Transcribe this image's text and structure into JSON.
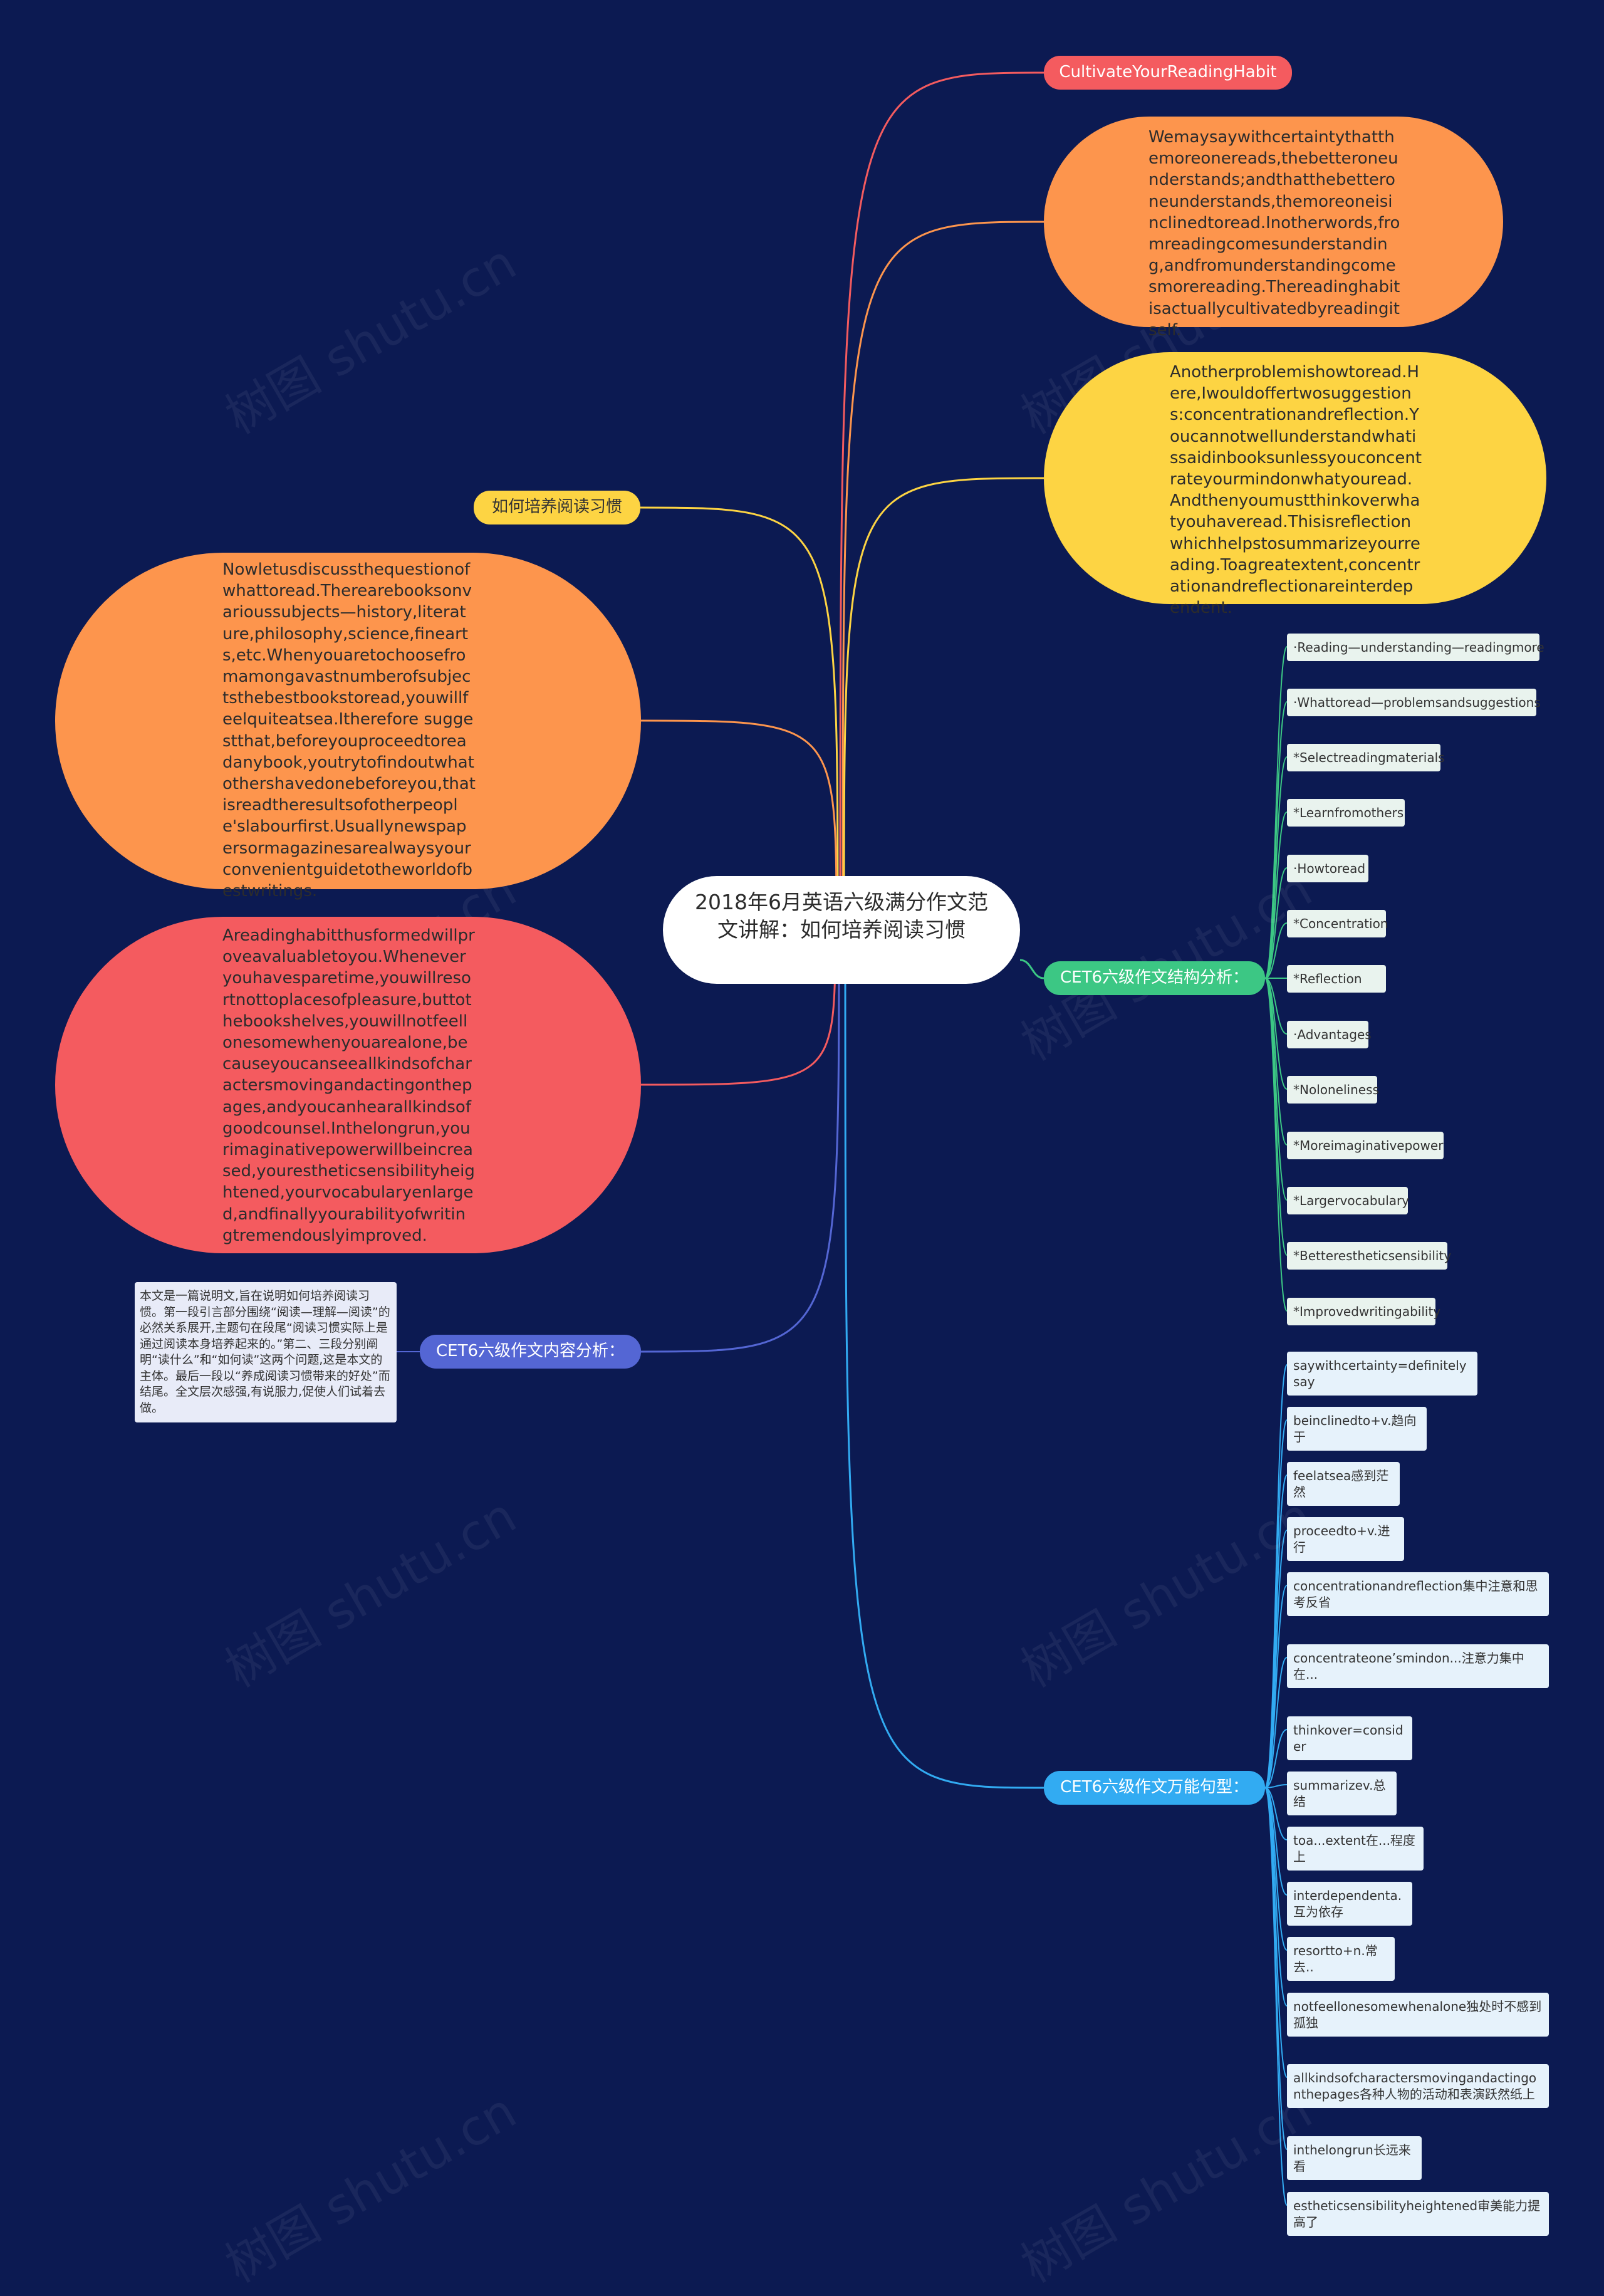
{
  "root": {
    "title": "2018年6月英语六级满分作文范文讲解：如何培养阅读习惯"
  },
  "topics": {
    "title_en": "CultivateYourReadingHabit",
    "how_to": "如何培养阅读习惯",
    "structure": "CET6六级作文结构分析：",
    "content": "CET6六级作文内容分析：",
    "phrases": "CET6六级作文万能句型："
  },
  "paragraphs": {
    "p1": "Wemaysaywithcertaintythatthemoreonereads,thebetteroneunderstands;andthatthebetteroneunderstands,themoreoneisinclinedtoread.Inotherwords,fromreadingcomesunderstanding,andfromunderstandingcomesmorereading.Thereadinghabitisactuallycultivatedbyreadingitself.",
    "p2": "Anotherproblemishowtoread.Here,Iwouldoffertwosuggestions:concentrationandreflection.Youcannotwellunderstandwhatissaidinbooksunlessyouconcentrateyourmindonwhatyouread.Andthenyoumustthinkoverwhatyouhaveread.Thisisreflectionwhichhelpstosummarizeyourreading.Toagreatextent,concentrationandreflectionareinterdependent.",
    "p3": "Nowletusdiscussthequestionofwhattoread.Therearebooksonvarioussubjects—history,literature,philosophy,science,finearts,etc.Whenyouaretochoosefromamongavastnumberofsubjectsthebestbookstoread,youwillfeelquiteatsea.Itherefore suggestthat,beforeyouproceedtoreadanybook,youtrytofindoutwhatothershavedonebeforeyou,thatisreadtheresultsofotherpeople'slabourfirst.Usuallynewspapersormagazinesarealwaysyourconvenientguidetotheworldofbestwritings.",
    "p4": "Areadinghabitthusformedwillproveavaluabletoyou.Wheneveryouhavesparetime,youwillresortnottoplacesofpleasure,buttothebookshelves,youwillnotfeellonesomewhenyouarealone,becauseyoucanseeallkindsofcharactersmovingandactingonthepages,andyoucanhearallkindsofgoodcounsel.Inthelongrun,yourimaginativepowerwillbeincreased,yourestheticsensibilityheightened,yourvocabularyenlarged,andfinallyyourabilityofwritingtremendouslyimproved."
  },
  "content_note": "本文是一篇说明文,旨在说明如何培养阅读习惯。第一段引言部分围绕“阅读—理解—阅读”的必然关系展开,主题句在段尾“阅读习惯实际上是通过阅读本身培养起来的。”第二、三段分别阐明“读什么”和“如何读”这两个问题,这是本文的主体。最后一段以“养成阅读习惯带来的好处”而结尾。全文层次感强,有说服力,促使人们试着去做。",
  "structure_items": [
    "·Reading—understanding—readingmore",
    "·Whattoread—problemsandsuggestions",
    "*Selectreadingmaterials",
    "*Learnfromothers",
    "·Howtoread",
    "*Concentration",
    "*Reflection",
    "·Advantages",
    "*Noloneliness",
    "*Moreimaginativepower",
    "*Largervocabulary",
    "*Betterestheticsensibility",
    "*Improvedwritingability"
  ],
  "phrase_items": [
    "saywithcertainty=definitelysay",
    "beinclinedto+v.趋向于",
    "feelatsea感到茫然",
    "proceedto+v.进行",
    "concentrationandreflection集中注意和思考反省",
    "concentrateone’smindon...注意力集中在...",
    "thinkover=consider",
    "summarizev.总结",
    "toa...extent在...程度上",
    "interdependenta.互为依存",
    "resortto+n.常去..",
    "notfeellonesomewhenalone独处时不感到孤独",
    "allkindsofcharactersmovingandactingonthepages各种人物的活动和表演跃然纸上",
    "inthelongrun长远来看",
    "estheticsensibilityheightened审美能力提高了"
  ],
  "watermark": "树图 shutu.cn",
  "colors": {
    "background": "#0c1a52",
    "red": "#f45b5f",
    "orange": "#fd954d",
    "yellow": "#fdd443",
    "green": "#3cc784",
    "indigo": "#5466d4",
    "blue": "#32abf2"
  }
}
